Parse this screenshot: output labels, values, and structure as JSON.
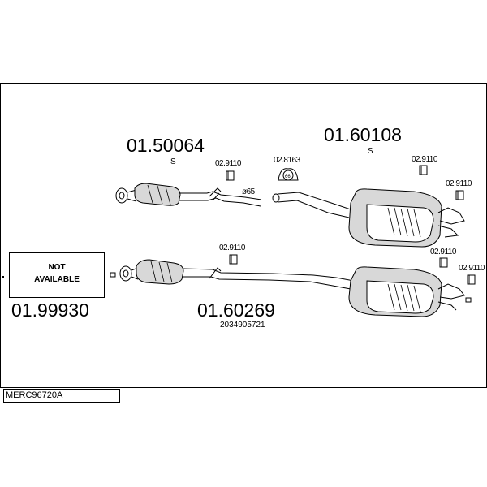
{
  "reference": "MERC96720A",
  "not_available": {
    "line1": "NOT",
    "line2": "AVAILABLE"
  },
  "upper": {
    "front_part": "01.50064",
    "front_suffix": "S",
    "rear_part": "01.60108",
    "rear_suffix": "S",
    "clamp_front": "02.9110",
    "diameter": "ø65",
    "clamp_mid": "02.8163",
    "clamp_mid_badge": "66",
    "clamp_rear_1": "02.9110",
    "clamp_rear_2": "02.9110"
  },
  "lower": {
    "front_part": "01.99930",
    "main_part": "01.60269",
    "oe_number": "2034905721",
    "clamp_front": "02.9110",
    "clamp_rear_1": "02.9110",
    "clamp_rear_2": "02.9110"
  }
}
